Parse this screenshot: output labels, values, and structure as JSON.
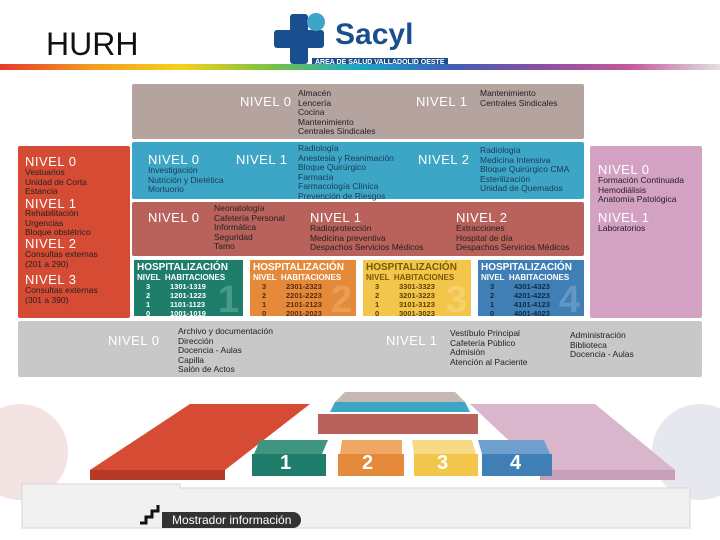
{
  "header": {
    "title": "HURH",
    "logo_text": "Sacyl",
    "logo_subtitle": "ÁREA DE SALUD VALLADOLID OESTE"
  },
  "colors": {
    "grey": "#b5a3a0",
    "blue": "#3da6c6",
    "brick": "#b9615b",
    "red": "#d64b34",
    "pink": "#d3a1c2",
    "light_grey": "#c8c8c8",
    "h1": "#1f7d6b",
    "h2": "#e48a3a",
    "h3": "#f2c54b",
    "h4": "#3f7fb6"
  },
  "top_band": {
    "left_level": "NIVEL 0",
    "left_items": "Almacén\nLencería\nCocina\nMantenimiento\nCentrales Sindicales",
    "right_level": "NIVEL 1",
    "right_items": "Mantenimiento\nCentrales Sindicales"
  },
  "blue_band": {
    "l0_level": "NIVEL 0",
    "l0_items": "Investigación\nNutrición y Dietética\nMortuorio",
    "l1_level": "NIVEL 1",
    "l1_items": "Radiología\nAnestesia y Reanimación\nBloque Quirúrgico\nFarmacia\nFarmacología Clínica\nPrevención de Riesgos",
    "l2_level": "NIVEL 2",
    "l2_items": "Radiología\nMedicina Intensiva\nBloque Quirúrgico CMA\nEsterilización\nUnidad de Quemados"
  },
  "brick_band": {
    "l0_level": "NIVEL 0",
    "l0_items": "Neonatología\nCafetería Personal\nInformática\nSeguridad\nTamo",
    "l1_level": "NIVEL 1",
    "l1_items": "Radioprotección\nMedicina preventiva\nDespachos Servicios Médicos",
    "l2_level": "NIVEL 2",
    "l2_items": "Extracciones\nHospital de día\nDespachos Servicios Médicos"
  },
  "left_col": {
    "l0_level": "NIVEL 0",
    "l0_items": "Vestuarios\nUnidad  de Corta\nEstancia",
    "l1_level": "NIVEL 1",
    "l1_items": "Rehabilitación\nUrgencias\nBloque obstétrico",
    "l2_level": "NIVEL 2",
    "l2_items": "Consultas externas\n(201 a 290)",
    "l3_level": "NIVEL 3",
    "l3_items": "Consultas externas\n(301 a 390)"
  },
  "right_col": {
    "l0_level": "NIVEL 0",
    "l0_items": "Formación Continuada\nHemodiálisis\nAnatomía Patológica",
    "l1_level": "NIVEL 1",
    "l1_items": "Laboratorios"
  },
  "hospitalization": [
    {
      "title": "HOSPITALIZACIÓN",
      "cols": "NIVEL  HABITACIONES",
      "floors": "3\n2\n1\n0",
      "rooms": "1301-1319\n1201-1223\n1101-1123\n1001-1019",
      "number": "1"
    },
    {
      "title": "HOSPITALIZACIÓN",
      "cols": "NIVEL  HABITACIONES",
      "floors": "3\n2\n1\n0",
      "rooms": "2301-2323\n2201-2223\n2101-2123\n2001-2023",
      "number": "2"
    },
    {
      "title": "HOSPITALIZACIÓN",
      "cols": "NIVEL  HABITACIONES",
      "floors": "3\n2\n1\n0",
      "rooms": "3301-3323\n3201-3223\n3101-3123\n3001-3023",
      "number": "3"
    },
    {
      "title": "HOSPITALIZACIÓN",
      "cols": "NIVEL  HABITACIONES",
      "floors": "3\n2\n1\n0",
      "rooms": "4301-4323\n4201-4223\n4101-4123\n4001-4023",
      "number": "4"
    }
  ],
  "ground_band": {
    "l0_level": "NIVEL 0",
    "l0_items": "Archivo y documentación\nDirección\nDocencia - Aulas\nCapilla\nSalón de Actos",
    "l1_level": "NIVEL 1",
    "l1_items": "Vestíbulo Principal\nCafetería Público\nAdmisión\nAtención al Paciente",
    "extra_items": "Administración\nBiblioteca\nDocencia - Aulas"
  },
  "perspective": {
    "blocks": [
      "1",
      "2",
      "3",
      "4"
    ],
    "mostrador": "Mostrador información"
  }
}
